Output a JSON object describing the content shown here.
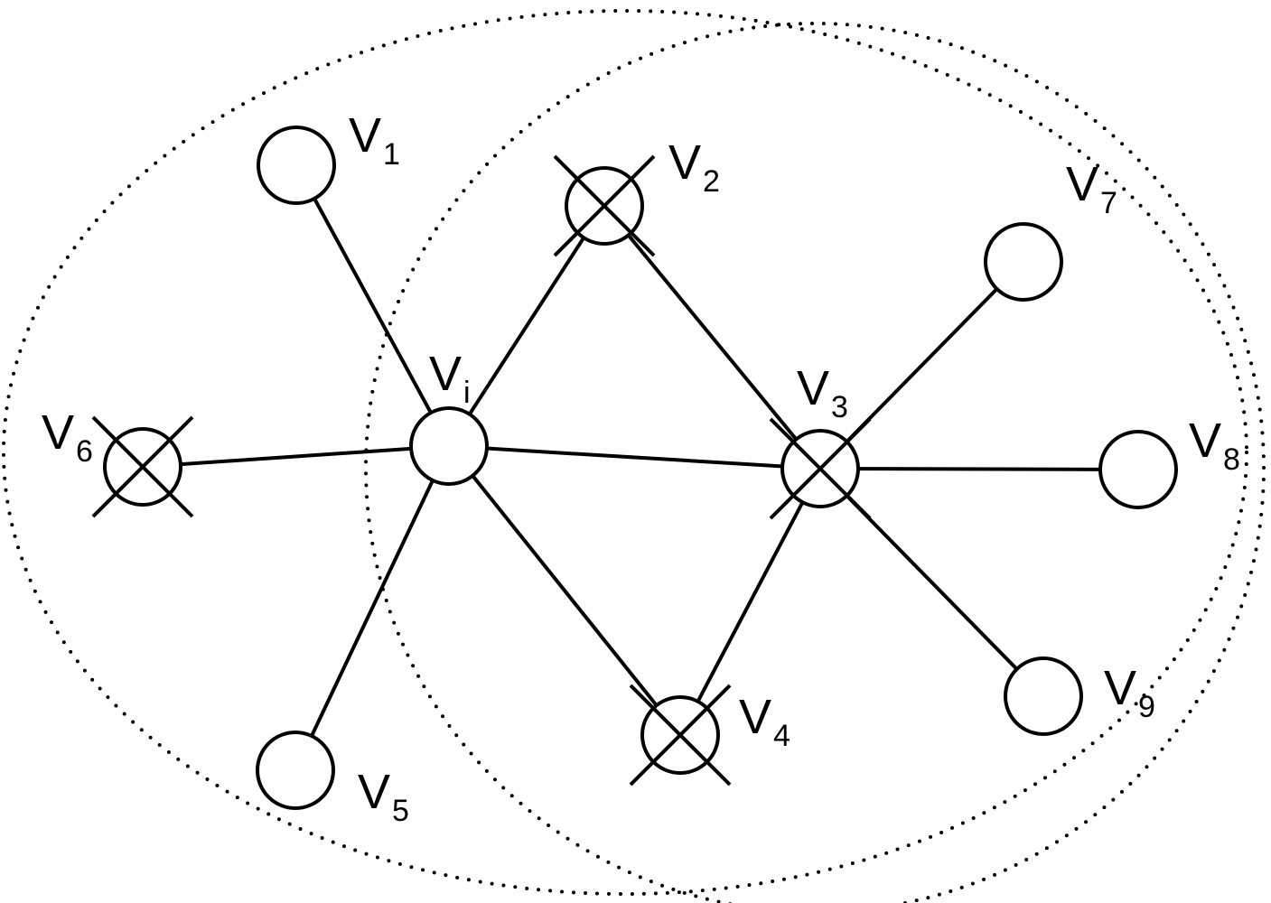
{
  "diagram": {
    "nodes": [
      {
        "id": "vi",
        "letter": "V",
        "sub": "i",
        "removed": false
      },
      {
        "id": "v1",
        "letter": "V",
        "sub": "1",
        "removed": false
      },
      {
        "id": "v2",
        "letter": "V",
        "sub": "2",
        "removed": true
      },
      {
        "id": "v3",
        "letter": "V",
        "sub": "3",
        "removed": true
      },
      {
        "id": "v4",
        "letter": "V",
        "sub": "4",
        "removed": true
      },
      {
        "id": "v5",
        "letter": "V",
        "sub": "5",
        "removed": false
      },
      {
        "id": "v6",
        "letter": "V",
        "sub": "6",
        "removed": true
      },
      {
        "id": "v7",
        "letter": "V",
        "sub": "7",
        "removed": false
      },
      {
        "id": "v8",
        "letter": "V",
        "sub": "8",
        "removed": false
      },
      {
        "id": "v9",
        "letter": "V",
        "sub": "9",
        "removed": false
      }
    ],
    "edges": [
      [
        "vi",
        "v1"
      ],
      [
        "vi",
        "v2"
      ],
      [
        "vi",
        "v3"
      ],
      [
        "vi",
        "v4"
      ],
      [
        "vi",
        "v5"
      ],
      [
        "vi",
        "v6"
      ],
      [
        "v3",
        "v2"
      ],
      [
        "v3",
        "v4"
      ],
      [
        "v3",
        "v7"
      ],
      [
        "v3",
        "v8"
      ],
      [
        "v3",
        "v9"
      ]
    ],
    "regions": [
      {
        "id": "neighborhood-vi",
        "centered_on": "vi",
        "style": "dotted"
      },
      {
        "id": "neighborhood-v3",
        "centered_on": "v3",
        "style": "dotted"
      }
    ]
  }
}
